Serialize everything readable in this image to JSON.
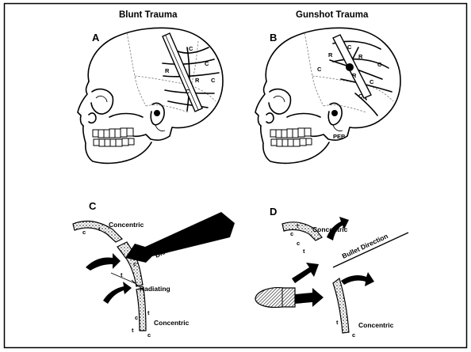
{
  "panels": {
    "a": {
      "letter": "A",
      "title": "Blunt  Trauma",
      "labels": [
        "C",
        "C",
        "C",
        "C",
        "R",
        "R"
      ]
    },
    "b": {
      "letter": "B",
      "title": "Gunshot  Trauma",
      "labels": [
        "C",
        "C",
        "C",
        "C",
        "C",
        "R",
        "R",
        "R"
      ],
      "extra": "PEB"
    },
    "c": {
      "letter": "C",
      "concentric_top": "Concentric",
      "concentric_bottom": "Concentric",
      "radiating": "Radiating",
      "direction": "Blow   Direction",
      "marks": [
        "t",
        "c",
        "c",
        "t",
        "t",
        "c",
        "t",
        "c"
      ]
    },
    "d": {
      "letter": "D",
      "concentric_top": "Concentric",
      "concentric_bottom": "Concentric",
      "direction": "Bullet   Direction",
      "marks": [
        "t",
        "c",
        "c",
        "t",
        "t",
        "c"
      ]
    }
  },
  "colors": {
    "ink": "#000000",
    "paper": "#ffffff",
    "frame": "#000000"
  }
}
